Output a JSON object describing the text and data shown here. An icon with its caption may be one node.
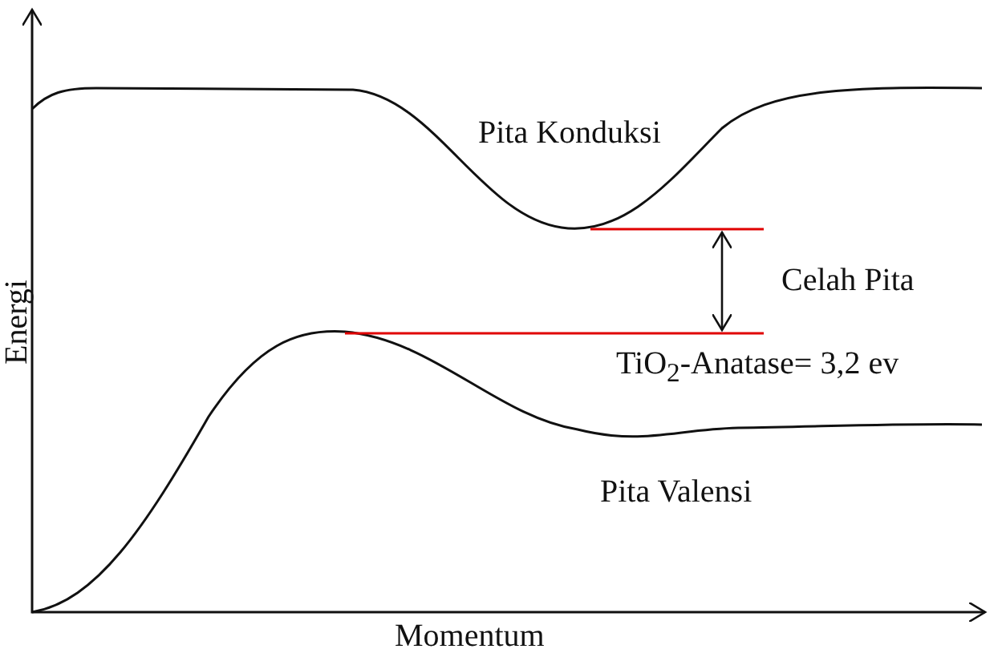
{
  "diagram": {
    "labels": [
      "Energi",
      "Pita Konduksi",
      "Celah Pita",
      "TiO$_{2}$-Anatase= 3,2 ev",
      "Pita Valensi",
      "Momentum"
    ]
  }
}
